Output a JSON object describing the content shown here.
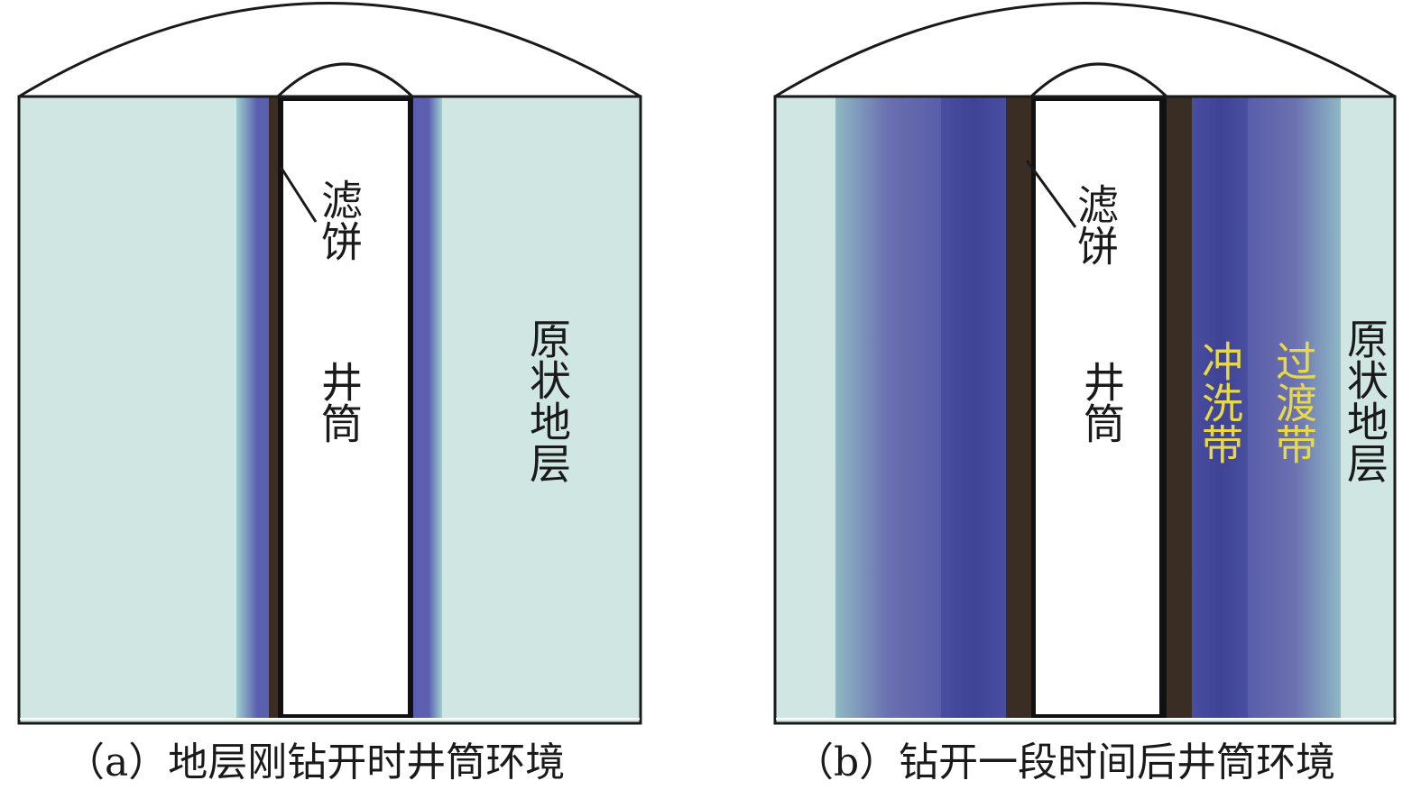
{
  "panels": [
    {
      "caption": "（a）地层刚钻开时井筒环境",
      "labels": {
        "mudcake": "滤饼",
        "wellbore": "井筒",
        "formation": "原状地层"
      }
    },
    {
      "caption": "（b）钻开一段时间后井筒环境",
      "labels": {
        "mudcake": "滤饼",
        "wellbore": "井筒",
        "flushed_zone": "冲洗带",
        "transition_zone": "过渡带",
        "formation": "原状地层"
      }
    }
  ],
  "colors": {
    "formation": "#cfe6e3",
    "invaded": "#4e52a6",
    "mudcake": "#3a2d24",
    "zone_label": "#e6d84a"
  }
}
